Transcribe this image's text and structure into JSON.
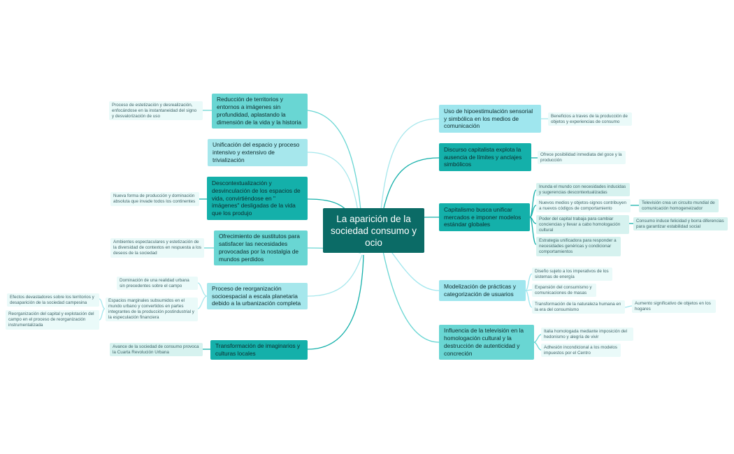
{
  "center": "La aparición de la sociedad consumo y ocio",
  "left": [
    {
      "label": "Reducción de territorios y entornos a imágenes sin profundidad, aplastando la dimensión de la vida y la historia",
      "children": [
        "Proceso de estetización y desrealización, enfocándose en la instantaneidad del signo y desvalorización de uso"
      ]
    },
    {
      "label": "Unificación del espacio y proceso intensivo y extensivo de trivialización",
      "children": []
    },
    {
      "label": "Descontextualización y desvinculación de los espacios de vida, convirtiéndose en \" imágenes\" desligadas de la vida que los produjo",
      "children": [
        "Nueva forma de producción y dominación absoluta que invade todos los continentes"
      ]
    },
    {
      "label": "Ofrecimiento de sustitutos para satisfacer las necesidades provocadas por la nostalgia de mundos perdidos",
      "children": [
        "Ambientes espectaculares y estetización de la diversidad de contextos en respuesta a los deseos de la sociedad"
      ]
    },
    {
      "label": "Proceso de reorganización socioespacial a escala planetaria debido a la urbanización completa",
      "children": [
        "Dominación de una realidad urbana sin precedentes sobre el campo",
        "Espacios marginales subsumidos en el mundo urbano y convertidos en partes integrantes de la producción postindustrial y la especulación financiera"
      ],
      "grandchildren": [
        "Efectos devastadores sobre los territorios y desaparición de la sociedad campesina",
        "Reorganización del capital y explotación del campo en el proceso de reorganización instrumentalizada"
      ]
    },
    {
      "label": "Transformación de imaginarios y culturas locales",
      "children": [
        "Avance de la sociedad de consumo provoca la Cuarta Revolución Urbana"
      ]
    }
  ],
  "right": [
    {
      "label": "Uso de hipoestimulación sensorial y simbólica en los medios de comunicación",
      "children": [
        "Beneficios a traves de la producción de objetos y experiencias de consumo"
      ]
    },
    {
      "label": "Discurso capitalista explota la ausencia de límites y anclajes simbólicos",
      "children": [
        "Ofrece posibilidad inmediata del goce y la producción"
      ]
    },
    {
      "label": "Capitalismo busca unificar mercados e imponer modelos estándar globales",
      "children": [
        "Inunda el mundo con necesidades inducidas y sugerencias descontextualizadas",
        "Nuevos medios y objetos-signos contribuyen a nuevos códigos de comportamiento",
        "Poder del capital trabaja para cambiar conciencias y llevar a cabo homologación cultural",
        "Estrategia unificadora para responder a necesidades genéricas y condicionar comportamientos"
      ],
      "grandchildren": [
        "Televisión crea un circuito mundial de comunicación homogeneizador",
        "Consumo induce felicidad y borra diferencias para garantizar estabilidad social"
      ]
    },
    {
      "label": "Modelización de prácticas y categorización de usuarios",
      "children": [
        "Diseño sujeto a los imperativos de los sistemas de energía",
        "Expansión del consumismo y comunicaciones de masas",
        "Transformación de la naturaleza humana en la era del consumismo"
      ],
      "grandchildren": [
        "Aumento significativo de objetos en los hogares"
      ]
    },
    {
      "label": " Influencia de la televisión en la homologación cultural y la destrucción de autenticidad y concreción",
      "children": [
        "Italia homologada mediante imposición del hedonismo y alegría de vivir",
        "Adhesión incondicional a los modelos impuestos por el Centro"
      ]
    }
  ],
  "colors": {
    "center": "#0b6b66",
    "main_a": "#69d6d3",
    "main_b": "#a6e7ec",
    "main_c": "#14b0aa",
    "leaf": "#eafaf9",
    "leaf_alt": "#d6f2ef"
  }
}
